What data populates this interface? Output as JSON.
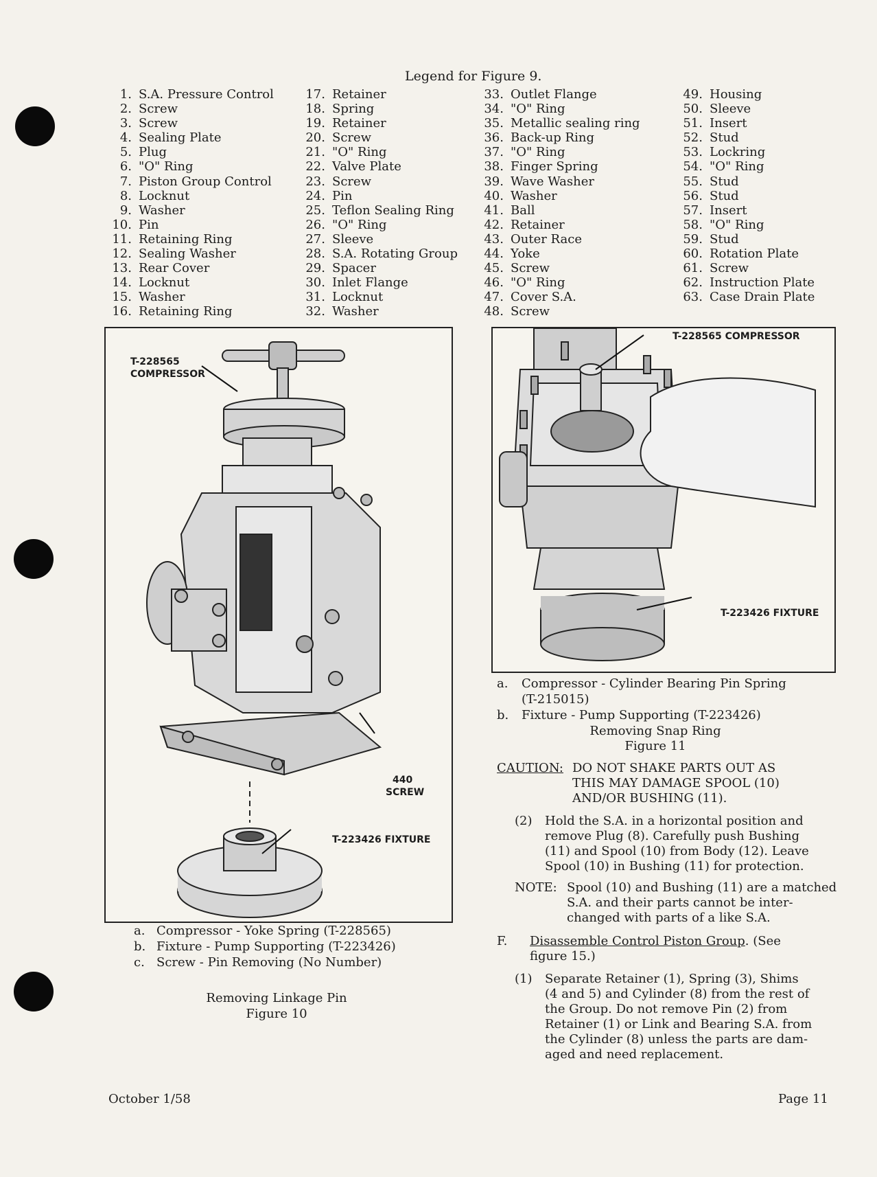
{
  "legend": {
    "title": "Legend for Figure 9.",
    "columns": [
      [
        {
          "n": "1.",
          "t": "S.A. Pressure Control"
        },
        {
          "n": "2.",
          "t": "Screw"
        },
        {
          "n": "3.",
          "t": "Screw"
        },
        {
          "n": "4.",
          "t": "Sealing Plate"
        },
        {
          "n": "5.",
          "t": "Plug"
        },
        {
          "n": "6.",
          "t": "\"O\" Ring"
        },
        {
          "n": "7.",
          "t": "Piston Group Control"
        },
        {
          "n": "8.",
          "t": "Locknut"
        },
        {
          "n": "9.",
          "t": "Washer"
        },
        {
          "n": "10.",
          "t": "Pin"
        },
        {
          "n": "11.",
          "t": "Retaining Ring"
        },
        {
          "n": "12.",
          "t": "Sealing Washer"
        },
        {
          "n": "13.",
          "t": "Rear Cover"
        },
        {
          "n": "14.",
          "t": "Locknut"
        },
        {
          "n": "15.",
          "t": "Washer"
        },
        {
          "n": "16.",
          "t": "Retaining Ring"
        }
      ],
      [
        {
          "n": "17.",
          "t": "Retainer"
        },
        {
          "n": "18.",
          "t": "Spring"
        },
        {
          "n": "19.",
          "t": "Retainer"
        },
        {
          "n": "20.",
          "t": "Screw"
        },
        {
          "n": "21.",
          "t": "\"O\" Ring"
        },
        {
          "n": "22.",
          "t": "Valve Plate"
        },
        {
          "n": "23.",
          "t": "Screw"
        },
        {
          "n": "24.",
          "t": "Pin"
        },
        {
          "n": "25.",
          "t": "Teflon Sealing Ring"
        },
        {
          "n": "26.",
          "t": "\"O\" Ring"
        },
        {
          "n": "27.",
          "t": "Sleeve"
        },
        {
          "n": "28.",
          "t": "S.A. Rotating Group"
        },
        {
          "n": "29.",
          "t": "Spacer"
        },
        {
          "n": "30.",
          "t": "Inlet Flange"
        },
        {
          "n": "31.",
          "t": "Locknut"
        },
        {
          "n": "32.",
          "t": "Washer"
        }
      ],
      [
        {
          "n": "33.",
          "t": "Outlet Flange"
        },
        {
          "n": "34.",
          "t": "\"O\" Ring"
        },
        {
          "n": "35.",
          "t": "Metallic sealing ring"
        },
        {
          "n": "36.",
          "t": "Back-up Ring"
        },
        {
          "n": "37.",
          "t": "\"O\" Ring"
        },
        {
          "n": "38.",
          "t": "Finger Spring"
        },
        {
          "n": "39.",
          "t": "Wave Washer"
        },
        {
          "n": "40.",
          "t": "Washer"
        },
        {
          "n": "41.",
          "t": "Ball"
        },
        {
          "n": "42.",
          "t": "Retainer"
        },
        {
          "n": "43.",
          "t": "Outer Race"
        },
        {
          "n": "44.",
          "t": "Yoke"
        },
        {
          "n": "45.",
          "t": "Screw"
        },
        {
          "n": "46.",
          "t": "\"O\" Ring"
        },
        {
          "n": "47.",
          "t": "Cover S.A."
        },
        {
          "n": "48.",
          "t": "Screw"
        }
      ],
      [
        {
          "n": "49.",
          "t": "Housing"
        },
        {
          "n": "50.",
          "t": "Sleeve"
        },
        {
          "n": "51.",
          "t": "Insert"
        },
        {
          "n": "52.",
          "t": "Stud"
        },
        {
          "n": "53.",
          "t": "Lockring"
        },
        {
          "n": "54.",
          "t": "\"O\" Ring"
        },
        {
          "n": "55.",
          "t": "Stud"
        },
        {
          "n": "56.",
          "t": "Stud"
        },
        {
          "n": "57.",
          "t": "Insert"
        },
        {
          "n": "58.",
          "t": "\"O\" Ring"
        },
        {
          "n": "59.",
          "t": "Stud"
        },
        {
          "n": "60.",
          "t": "Rotation Plate"
        },
        {
          "n": "61.",
          "t": "Screw"
        },
        {
          "n": "62.",
          "t": "Instruction Plate"
        },
        {
          "n": "63.",
          "t": "Case Drain Plate"
        }
      ]
    ]
  },
  "figure10": {
    "callout_compressor_1": "T-228565",
    "callout_compressor_2": "COMPRESSOR",
    "callout_screw_1": "440",
    "callout_screw_2": "SCREW",
    "callout_fixture": "T-223426 FIXTURE",
    "captions": [
      {
        "lab": "a.",
        "txt": "Compressor - Yoke Spring (T-228565)"
      },
      {
        "lab": "b.",
        "txt": "Fixture - Pump Supporting (T-223426)"
      },
      {
        "lab": "c.",
        "txt": "Screw - Pin Removing (No Number)"
      }
    ],
    "title": "Removing Linkage Pin",
    "number": "Figure 10"
  },
  "figure11": {
    "callout_compressor": "T-228565 COMPRESSOR",
    "callout_fixture": "T-223426 FIXTURE",
    "caption_a_lab": "a.",
    "caption_a_1": "Compressor - Cylinder Bearing Pin Spring",
    "caption_a_2": "(T-215015)",
    "caption_b_lab": "b.",
    "caption_b": "Fixture - Pump Supporting (T-223426)",
    "title": "Removing Snap Ring",
    "number": "Figure 11"
  },
  "text": {
    "caution_label": "CAUTION:",
    "caution_1": "DO NOT SHAKE PARTS OUT AS",
    "caution_2": "THIS MAY DAMAGE SPOOL (10)",
    "caution_3": "AND/OR BUSHING (11).",
    "step2_lab": "(2)",
    "step2_1": "Hold the S.A. in a horizontal position and",
    "step2_2": "remove Plug (8). Carefully push Bushing",
    "step2_3": "(11) and Spool (10) from Body (12). Leave",
    "step2_4": "Spool (10) in Bushing (11) for protection.",
    "note_label": "NOTE:",
    "note_1": "Spool (10) and Bushing (11) are a matched",
    "note_2": "S.A. and their parts cannot be inter-",
    "note_3": "changed with parts of a like S.A.",
    "sectionF_lab": "F.",
    "sectionF_title": "Disassemble Control Piston Group",
    "sectionF_see_1": ". (See",
    "sectionF_see_2": "figure 15.)",
    "step1_lab": "(1)",
    "step1_1": "Separate Retainer (1), Spring (3), Shims",
    "step1_2": "(4 and 5) and Cylinder (8) from the rest of",
    "step1_3": "the Group. Do not remove Pin (2) from",
    "step1_4": "Retainer (1) or Link and Bearing S.A. from",
    "step1_5": "the Cylinder (8) unless the parts are dam-",
    "step1_6": "aged and need replacement."
  },
  "footer": {
    "date": "October 1/58",
    "page": "Page 11"
  }
}
